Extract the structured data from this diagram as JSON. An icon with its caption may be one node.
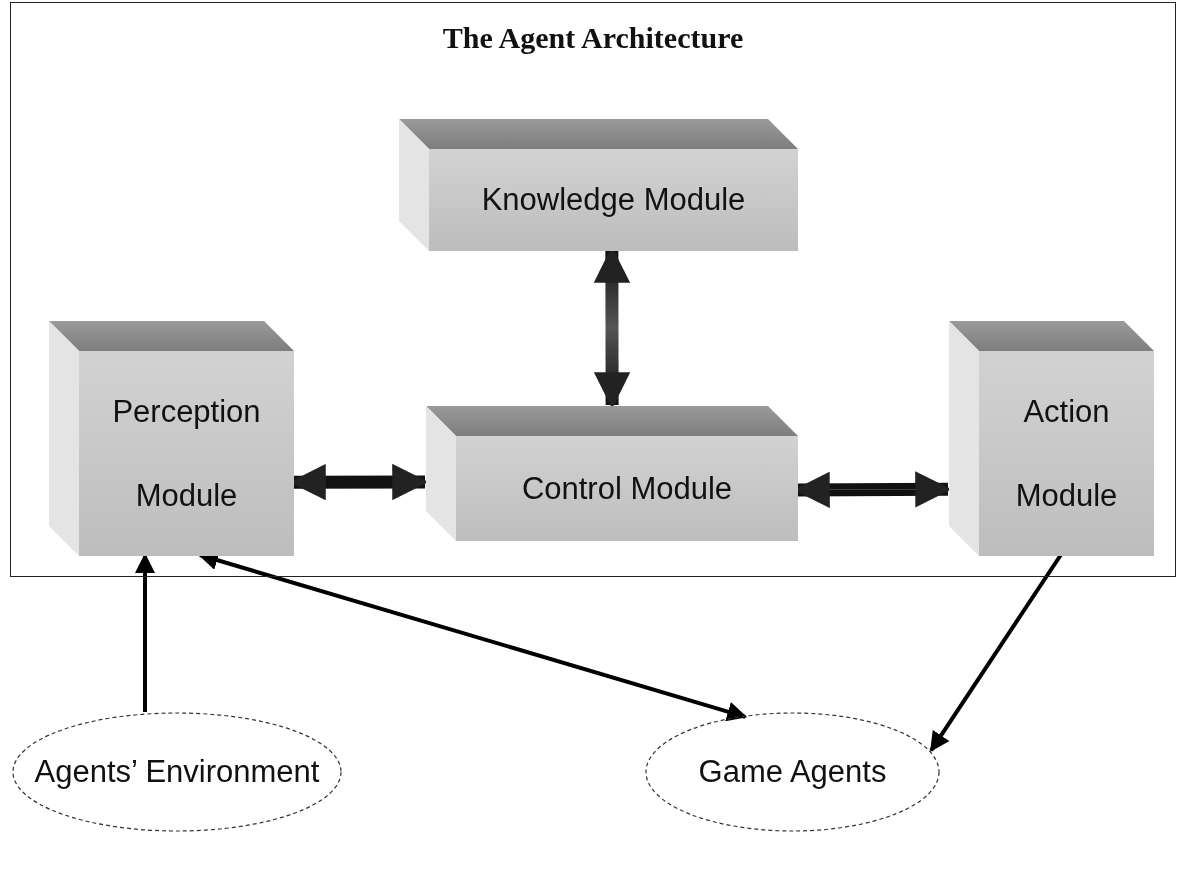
{
  "diagram": {
    "nodes": [
      {
        "text": [
          "The Agent Architecture"
        ]
      },
      {
        "text": [
          "Knowledge Module"
        ],
        "in": 0
      },
      {
        "text": [
          "Perception Module"
        ],
        "in": 0
      },
      {
        "text": [
          "Control Module"
        ],
        "in": 0
      },
      {
        "text": [
          "Action Module"
        ],
        "in": 0
      },
      {
        "text": [
          "Agents’ Environment"
        ]
      },
      {
        "text": [
          "Game Agents"
        ]
      }
    ],
    "edges": [
      {
        "from": 1,
        "to": 3,
        "arrow": "both",
        "style": "thick"
      },
      {
        "from": 2,
        "to": 3,
        "arrow": "both",
        "style": "thick"
      },
      {
        "from": 3,
        "to": 4,
        "arrow": "both",
        "style": "thick"
      },
      {
        "from": 5,
        "to": 2,
        "arrow": "to"
      },
      {
        "from": 2,
        "to": 6,
        "arrow": "both"
      },
      {
        "from": 4,
        "to": 6,
        "arrow": "to"
      }
    ]
  }
}
